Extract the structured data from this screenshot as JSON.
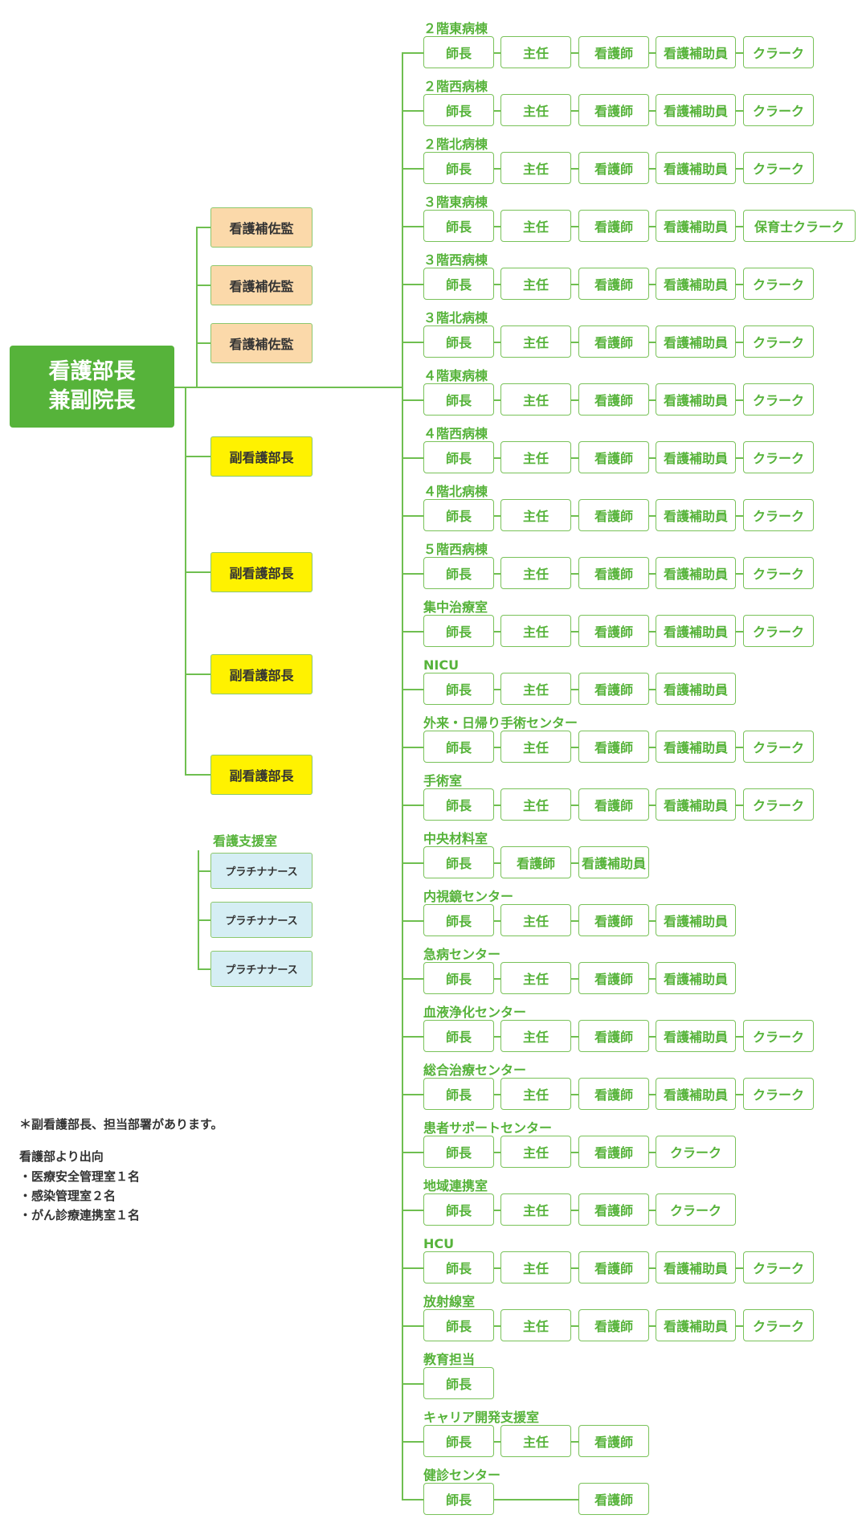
{
  "root": {
    "line1": "看護部長",
    "line2": "兼副院長"
  },
  "assistants": [
    "看護補佐監",
    "看護補佐監",
    "看護補佐監"
  ],
  "deputies": [
    "副看護部長",
    "副看護部長",
    "副看護部長",
    "副看護部長"
  ],
  "support": {
    "title": "看護支援室",
    "items": [
      "プラチナナース",
      "プラチナナース",
      "プラチナナース"
    ]
  },
  "notes": {
    "deputy_note": "＊副看護部長、担当部署があります。",
    "dispatch_title": "看護部より出向",
    "dispatch_items": [
      "・医療安全管理室１名",
      "・感染管理室２名",
      "・がん診療連携室１名"
    ]
  },
  "departments": [
    {
      "name": "２階東病棟",
      "roles": [
        "師長",
        "主任",
        "看護師",
        "看護補助員",
        "クラーク"
      ]
    },
    {
      "name": "２階西病棟",
      "roles": [
        "師長",
        "主任",
        "看護師",
        "看護補助員",
        "クラーク"
      ]
    },
    {
      "name": "２階北病棟",
      "roles": [
        "師長",
        "主任",
        "看護師",
        "看護補助員",
        "クラーク"
      ]
    },
    {
      "name": "３階東病棟",
      "roles": [
        "師長",
        "主任",
        "看護師",
        "看護補助員",
        "保育士クラーク"
      ]
    },
    {
      "name": "３階西病棟",
      "roles": [
        "師長",
        "主任",
        "看護師",
        "看護補助員",
        "クラーク"
      ]
    },
    {
      "name": "３階北病棟",
      "roles": [
        "師長",
        "主任",
        "看護師",
        "看護補助員",
        "クラーク"
      ]
    },
    {
      "name": "４階東病棟",
      "roles": [
        "師長",
        "主任",
        "看護師",
        "看護補助員",
        "クラーク"
      ]
    },
    {
      "name": "４階西病棟",
      "roles": [
        "師長",
        "主任",
        "看護師",
        "看護補助員",
        "クラーク"
      ]
    },
    {
      "name": "４階北病棟",
      "roles": [
        "師長",
        "主任",
        "看護師",
        "看護補助員",
        "クラーク"
      ]
    },
    {
      "name": "５階西病棟",
      "roles": [
        "師長",
        "主任",
        "看護師",
        "看護補助員",
        "クラーク"
      ]
    },
    {
      "name": "集中治療室",
      "roles": [
        "師長",
        "主任",
        "看護師",
        "看護補助員",
        "クラーク"
      ]
    },
    {
      "name": "NICU",
      "roles": [
        "師長",
        "主任",
        "看護師",
        "看護補助員"
      ]
    },
    {
      "name": "外来・日帰り手術センター",
      "roles": [
        "師長",
        "主任",
        "看護師",
        "看護補助員",
        "クラーク"
      ]
    },
    {
      "name": "手術室",
      "roles": [
        "師長",
        "主任",
        "看護師",
        "看護補助員",
        "クラーク"
      ]
    },
    {
      "name": "中央材料室",
      "roles": [
        "師長",
        "看護師",
        "看護補助員"
      ]
    },
    {
      "name": "内視鏡センター",
      "roles": [
        "師長",
        "主任",
        "看護師",
        "看護補助員"
      ]
    },
    {
      "name": "急病センター",
      "roles": [
        "師長",
        "主任",
        "看護師",
        "看護補助員"
      ]
    },
    {
      "name": "血液浄化センター",
      "roles": [
        "師長",
        "主任",
        "看護師",
        "看護補助員",
        "クラーク"
      ]
    },
    {
      "name": "総合治療センター",
      "roles": [
        "師長",
        "主任",
        "看護師",
        "看護補助員",
        "クラーク"
      ]
    },
    {
      "name": "患者サポートセンター",
      "roles": [
        "師長",
        "主任",
        "看護師",
        "クラーク"
      ]
    },
    {
      "name": "地域連携室",
      "roles": [
        "師長",
        "主任",
        "看護師",
        "クラーク"
      ]
    },
    {
      "name": "HCU",
      "roles": [
        "師長",
        "主任",
        "看護師",
        "看護補助員",
        "クラーク"
      ]
    },
    {
      "name": "放射線室",
      "roles": [
        "師長",
        "主任",
        "看護師",
        "看護補助員",
        "クラーク"
      ]
    },
    {
      "name": "教育担当",
      "roles": [
        "師長"
      ]
    },
    {
      "name": "キャリア開発支援室",
      "roles": [
        "師長",
        "主任",
        "看護師"
      ]
    },
    {
      "name": "健診センター",
      "roles": [
        "師長",
        "看護師"
      ]
    }
  ]
}
